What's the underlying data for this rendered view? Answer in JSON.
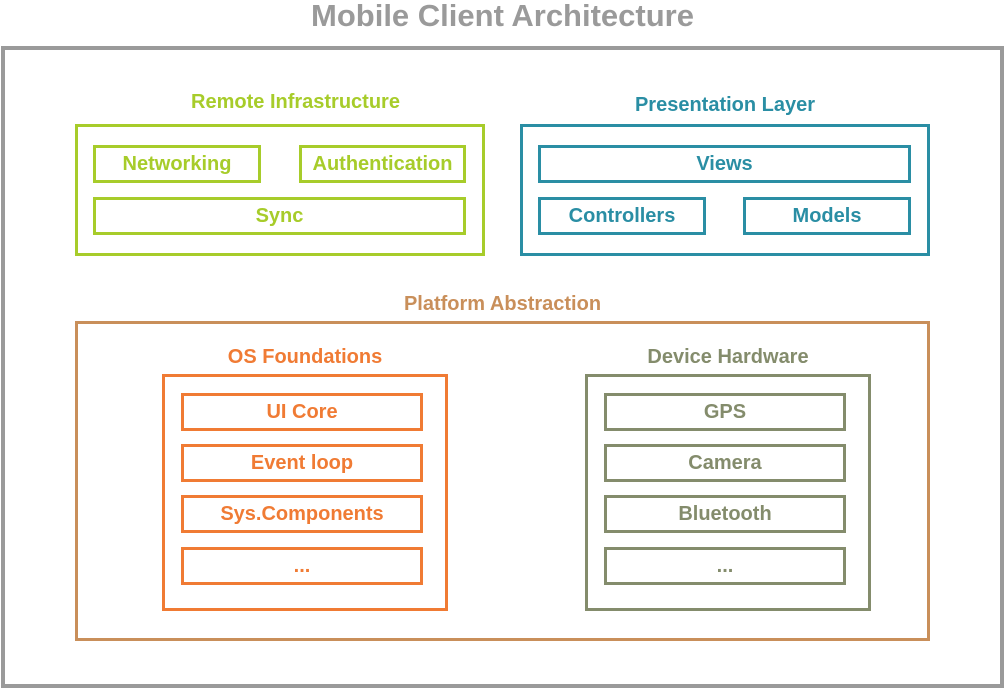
{
  "title": "Mobile Client Architecture",
  "colors": {
    "frame": "#9a9a9a",
    "remote": "#a7cc2a",
    "presentation": "#2a8ea4",
    "platform": "#c98f5a",
    "os": "#f07b34",
    "device": "#848c6c"
  },
  "remote": {
    "label": "Remote Infrastructure",
    "items": [
      "Networking",
      "Authentication",
      "Sync"
    ]
  },
  "presentation": {
    "label": "Presentation Layer",
    "items": [
      "Views",
      "Controllers",
      "Models"
    ]
  },
  "platform": {
    "label": "Platform Abstraction",
    "os": {
      "label": "OS Foundations",
      "items": [
        "UI Core",
        "Event loop",
        "Sys.Components",
        "..."
      ]
    },
    "device": {
      "label": "Device Hardware",
      "items": [
        "GPS",
        "Camera",
        "Bluetooth",
        "..."
      ]
    }
  }
}
